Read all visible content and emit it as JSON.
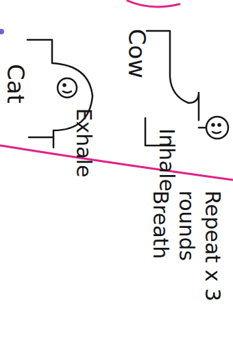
{
  "diagram": {
    "labels": [
      "Cow",
      "Inhale",
      "Cat",
      "Exhale",
      "Repeat x 3 rounds Breath"
    ]
  }
}
